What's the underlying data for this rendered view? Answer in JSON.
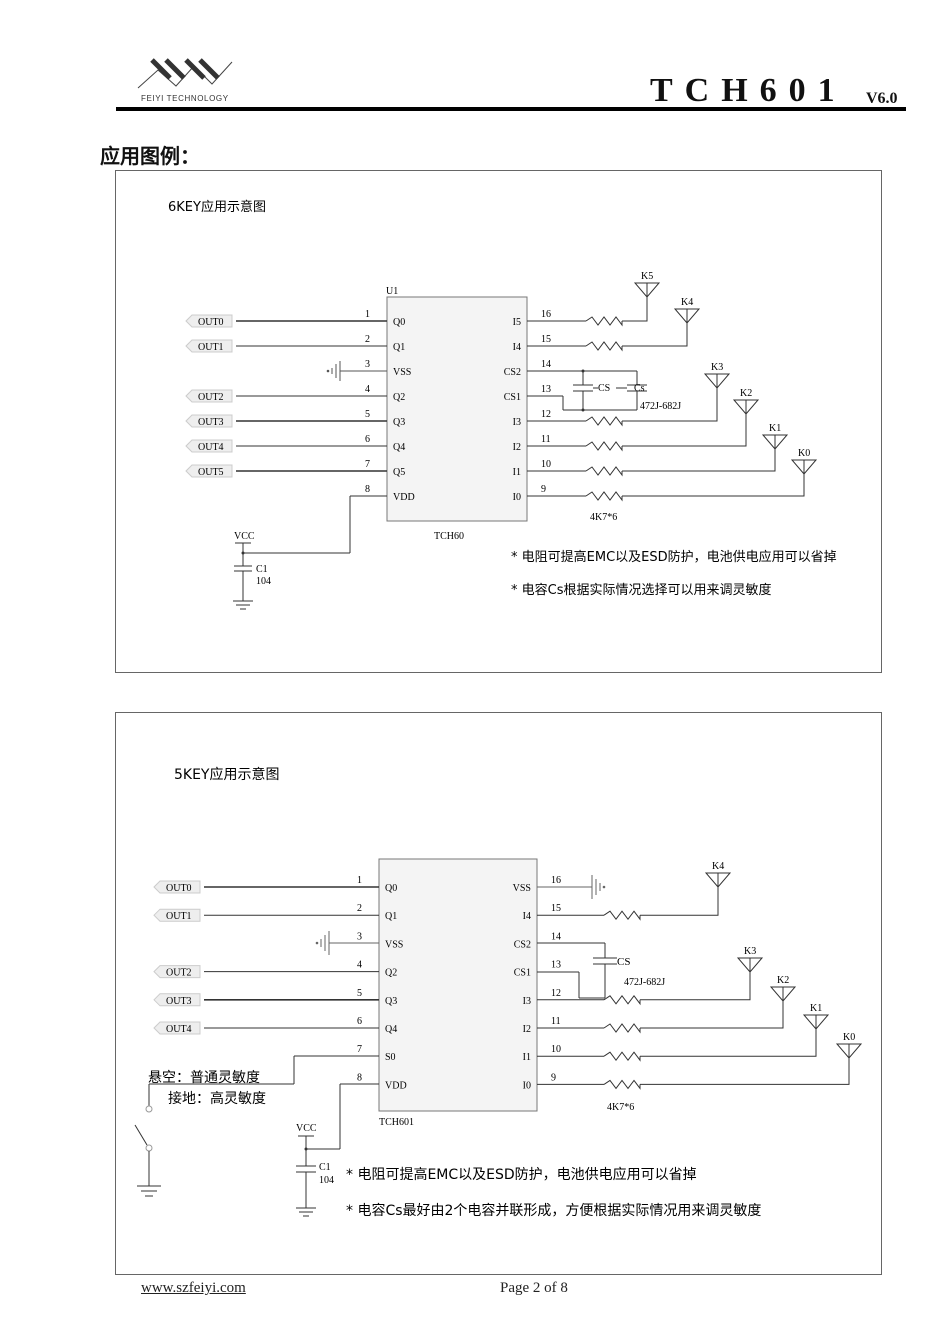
{
  "header": {
    "logo_text": "FEIYI TECHNOLOGY",
    "title": "TCH601",
    "version": "V6.0"
  },
  "section_title": "应用图例：",
  "diagram_6key": {
    "title": "6KEY应用示意图",
    "chip_ref": "U1",
    "chip_name": "TCH60",
    "left_pins": [
      {
        "num": "1",
        "name": "Q0",
        "net": "OUT0"
      },
      {
        "num": "2",
        "name": "Q1",
        "net": "OUT1"
      },
      {
        "num": "3",
        "name": "VSS",
        "net": "GND"
      },
      {
        "num": "4",
        "name": "Q2",
        "net": "OUT2"
      },
      {
        "num": "5",
        "name": "Q3",
        "net": "OUT3"
      },
      {
        "num": "6",
        "name": "Q4",
        "net": "OUT4"
      },
      {
        "num": "7",
        "name": "Q5",
        "net": "OUT5"
      },
      {
        "num": "8",
        "name": "VDD",
        "net": "VCC"
      }
    ],
    "right_pins": [
      {
        "num": "16",
        "name": "I5",
        "net": "K5"
      },
      {
        "num": "15",
        "name": "I4",
        "net": "K4"
      },
      {
        "num": "14",
        "name": "CS2",
        "net": ""
      },
      {
        "num": "13",
        "name": "CS1",
        "net": ""
      },
      {
        "num": "12",
        "name": "I3",
        "net": "K3"
      },
      {
        "num": "11",
        "name": "I2",
        "net": "K2"
      },
      {
        "num": "10",
        "name": "I1",
        "net": "K1"
      },
      {
        "num": "9",
        "name": "I0",
        "net": "K0"
      }
    ],
    "cap_labels": [
      "CS",
      "Cs"
    ],
    "cap_value": "472J-682J",
    "resistor_label": "4K7*6",
    "vcc_label": "VCC",
    "c1_label": "C1",
    "c1_value": "104",
    "notes": [
      "*  电阻可提高EMC以及ESD防护，电池供电应用可以省掉",
      "* 电容Cs根据实际情况选择可以用来调灵敏度"
    ]
  },
  "diagram_5key": {
    "title": "5KEY应用示意图",
    "chip_name": "TCH601",
    "left_pins": [
      {
        "num": "1",
        "name": "Q0",
        "net": "OUT0"
      },
      {
        "num": "2",
        "name": "Q1",
        "net": "OUT1"
      },
      {
        "num": "3",
        "name": "VSS",
        "net": "GND"
      },
      {
        "num": "4",
        "name": "Q2",
        "net": "OUT2"
      },
      {
        "num": "5",
        "name": "Q3",
        "net": "OUT3"
      },
      {
        "num": "6",
        "name": "Q4",
        "net": "OUT4"
      },
      {
        "num": "7",
        "name": "S0",
        "net": "SWITCH"
      },
      {
        "num": "8",
        "name": "VDD",
        "net": "VCC"
      }
    ],
    "right_pins": [
      {
        "num": "16",
        "name": "VSS",
        "net": "GND"
      },
      {
        "num": "15",
        "name": "I4",
        "net": "K4"
      },
      {
        "num": "14",
        "name": "CS2",
        "net": ""
      },
      {
        "num": "13",
        "name": "CS1",
        "net": ""
      },
      {
        "num": "12",
        "name": "I3",
        "net": "K3"
      },
      {
        "num": "11",
        "name": "I2",
        "net": "K2"
      },
      {
        "num": "10",
        "name": "I1",
        "net": "K1"
      },
      {
        "num": "9",
        "name": "I0",
        "net": "K0"
      }
    ],
    "cap_label": "CS",
    "cap_value": "472J-682J",
    "resistor_label": "4K7*6",
    "vcc_label": "VCC",
    "c1_label": "C1",
    "c1_value": "104",
    "switch_notes": [
      "悬空：普通灵敏度",
      "接地：高灵敏度"
    ],
    "notes": [
      "*  电阻可提高EMC以及ESD防护，电池供电应用可以省掉",
      "* 电容Cs最好由2个电容并联形成，方便根据实际情况用来调灵敏度"
    ]
  },
  "footer": {
    "website": "www.szfeiyi.com",
    "page": "Page 2 of 8"
  }
}
